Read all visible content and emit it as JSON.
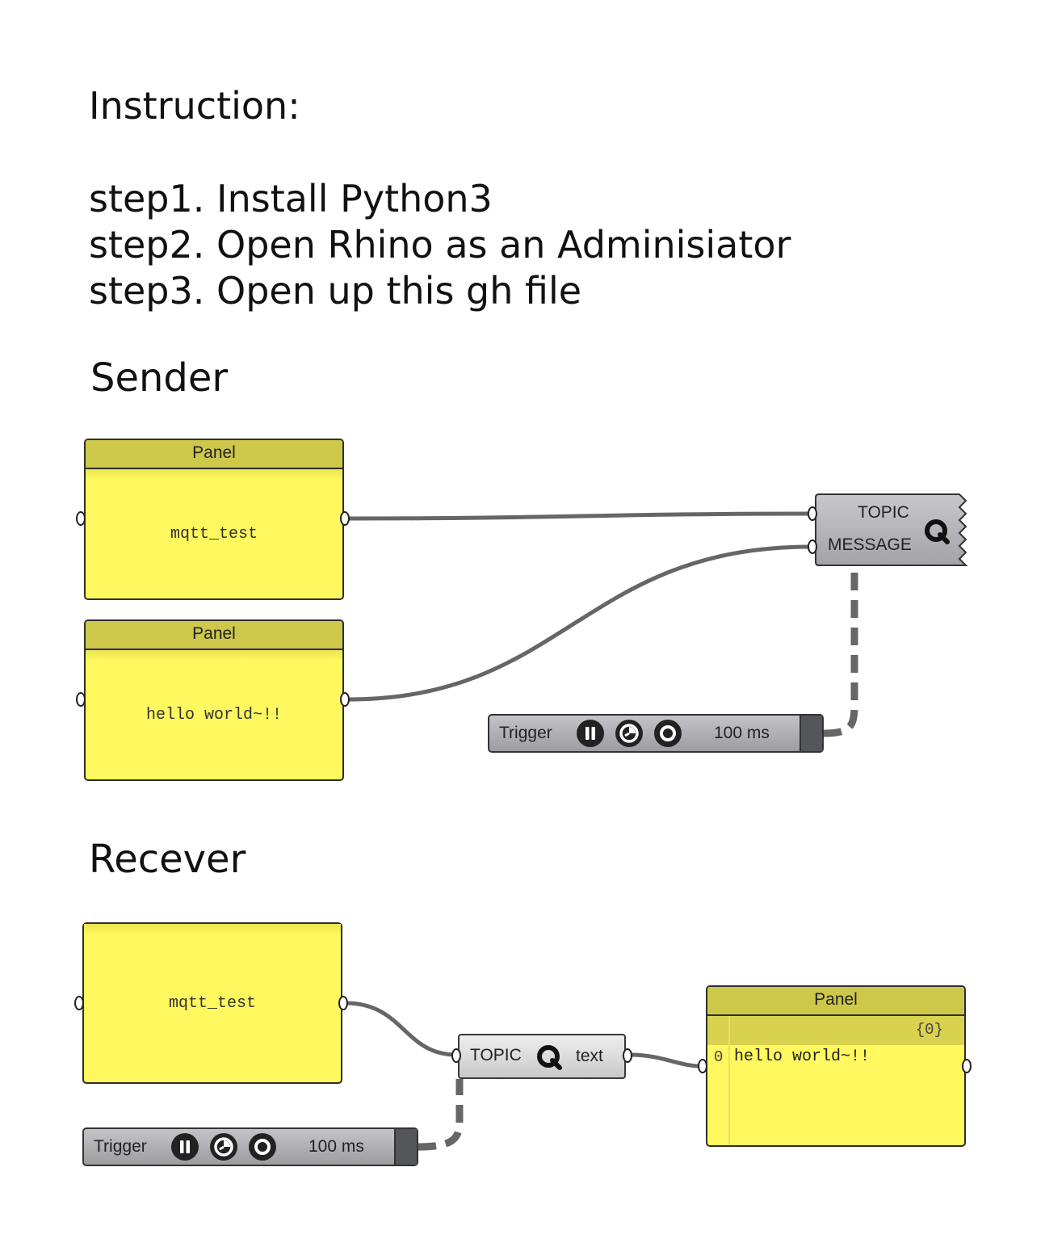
{
  "instruction": {
    "title": "Instruction:",
    "steps": [
      "step1. Install Python3",
      "step2. Open Rhino as an Adminisiator",
      "step3. Open up this gh file"
    ]
  },
  "sender": {
    "heading": "Sender",
    "panel_topic": {
      "title": "Panel",
      "text": "mqtt_test"
    },
    "panel_message": {
      "title": "Panel",
      "text": "hello world~!!"
    },
    "component": {
      "input_topic": "TOPIC",
      "input_message": "MESSAGE",
      "icon": "mqtt-q-icon"
    },
    "trigger": {
      "label": "Trigger",
      "interval": "100 ms",
      "icons": [
        "pause-icon",
        "timer-icon",
        "record-icon"
      ]
    }
  },
  "receiver": {
    "heading": "Recever",
    "panel_topic": {
      "text": "mqtt_test"
    },
    "component": {
      "input_topic": "TOPIC",
      "output_text": "text",
      "icon": "mqtt-q-icon"
    },
    "trigger": {
      "label": "Trigger",
      "interval": "100 ms",
      "icons": [
        "pause-icon",
        "timer-icon",
        "record-icon"
      ]
    },
    "panel_output": {
      "title": "Panel",
      "path": "{0}",
      "index": "0",
      "text": "hello world~!!"
    }
  },
  "colors": {
    "panel_fill": "#fff85e",
    "panel_header": "#cdc74a",
    "wire": "#666666",
    "component_fill": "#b4b4b8"
  }
}
